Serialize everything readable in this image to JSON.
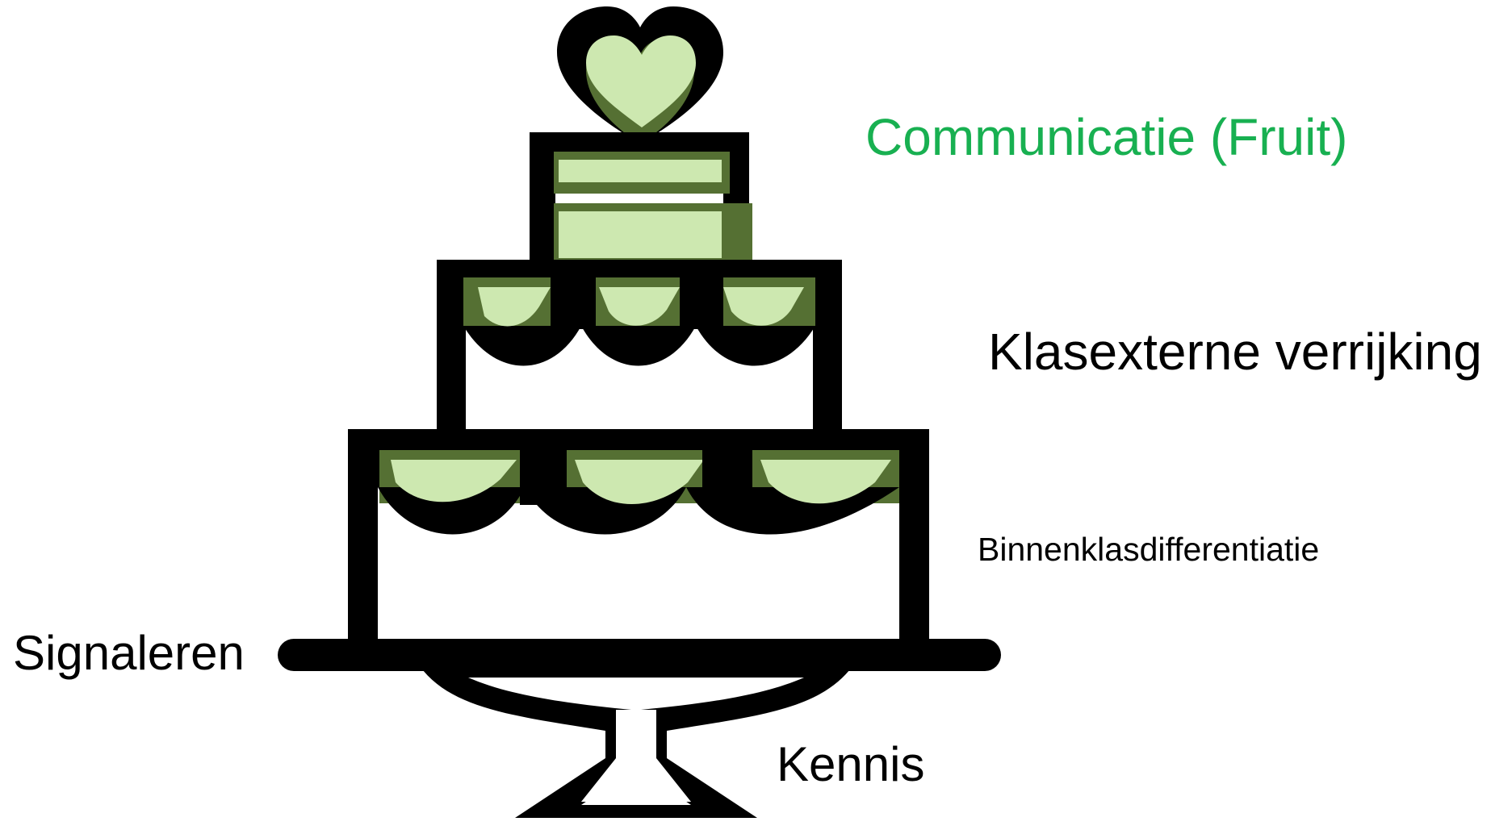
{
  "colors": {
    "outline": "#000000",
    "fill_light": "#cde8b0",
    "fill_dark": "#557033",
    "accent_label": "#18b051",
    "text": "#000000"
  },
  "icon": "wedding-cake-icon",
  "labels": {
    "top": "Communicatie (Fruit)",
    "upper_tier": "Klasexterne verrijking",
    "lower_tier": "Binnenklasdifferentiatie",
    "plate": "Signaleren",
    "stand": "Kennis"
  }
}
